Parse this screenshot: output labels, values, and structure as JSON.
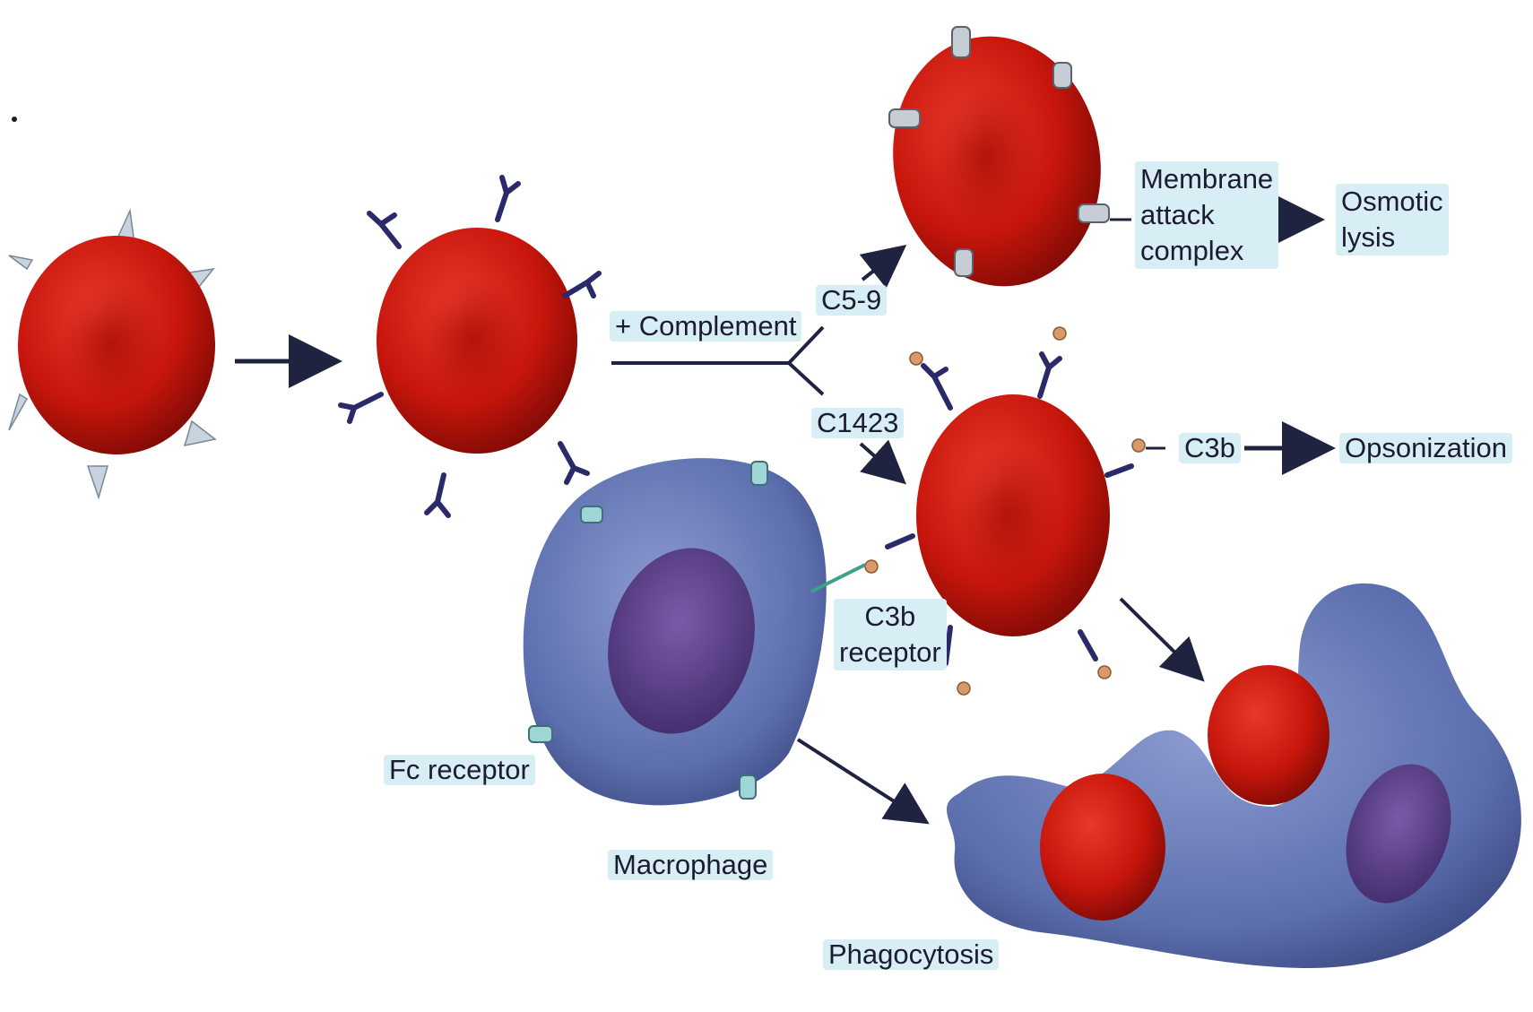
{
  "labels": {
    "complement": "+ Complement",
    "c59": "C5-9",
    "c1423": "C1423",
    "mac_line1": "Membrane",
    "mac_line2": "attack",
    "mac_line3": "complex",
    "lysis_line1": "Osmotic",
    "lysis_line2": "lysis",
    "c3b": "C3b",
    "opsonization": "Opsonization",
    "c3b_receptor_line1": "C3b",
    "c3b_receptor_line2": "receptor",
    "fc_receptor": "Fc receptor",
    "macrophage": "Macrophage",
    "phagocytosis": "Phagocytosis"
  },
  "colors": {
    "rbc": "#c8160c",
    "rbc_highlight": "#e8382a",
    "macrophage": "#5c6fae",
    "nucleus": "#5a3f8a",
    "arrow": "#1f2340",
    "antibody": "#2a2a6a",
    "c3b_dot": "#d89a6a",
    "halo": "#d8eef5"
  }
}
